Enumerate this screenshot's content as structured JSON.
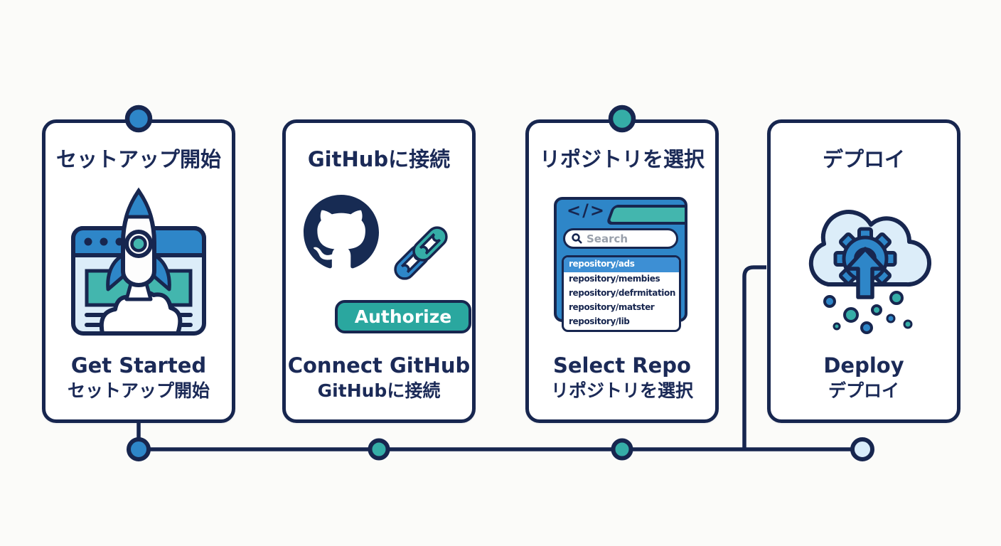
{
  "colors": {
    "navy_outline": "#17264F",
    "text_navy": "#1B2A57",
    "accent_blue": "#2E86C8",
    "accent_teal": "#35ADA7",
    "teal_band": "#43B6AE",
    "light_blue": "#DCEDF9",
    "row_highlight_blue": "#3D8FD4",
    "button_teal": "#2AA79F",
    "light_dot": "#D9ECFA",
    "page_background": "#FBFBF9"
  },
  "steps": [
    {
      "id": "get-started",
      "title_jp": "セットアップ開始",
      "label_en": "Get Started",
      "label_jp": "セットアップ開始",
      "icon": "rocket-launch-from-browser",
      "marker_color": "#2E86C8"
    },
    {
      "id": "connect-github",
      "title_jp": "GitHubに接続",
      "label_en": "Connect GitHub",
      "label_jp": "GitHubに接続",
      "icon": "github-mark-and-chain-link",
      "button_label": "Authorize"
    },
    {
      "id": "select-repo",
      "title_jp": "リポジトリを選択",
      "label_en": "Select Repo",
      "label_jp": "リポジトリを選択",
      "icon": "repository-picker-window",
      "marker_color": "#35ADA7",
      "picker": {
        "code_glyph": "</>",
        "search_placeholder": "Search",
        "repos": [
          "repository/ads",
          "repository/membies",
          "repository/defrmitation",
          "repository/matster",
          "repository/lib"
        ],
        "selected_index": 0
      }
    },
    {
      "id": "deploy",
      "title_jp": "デプロイ",
      "label_en": "Deploy",
      "label_jp": "デプロイ",
      "icon": "cloud-gear-upload"
    }
  ],
  "timeline": {
    "dot_colors": [
      "#2E86C8",
      "#35ADA7",
      "#35ADA7",
      "#D9ECFA"
    ]
  }
}
